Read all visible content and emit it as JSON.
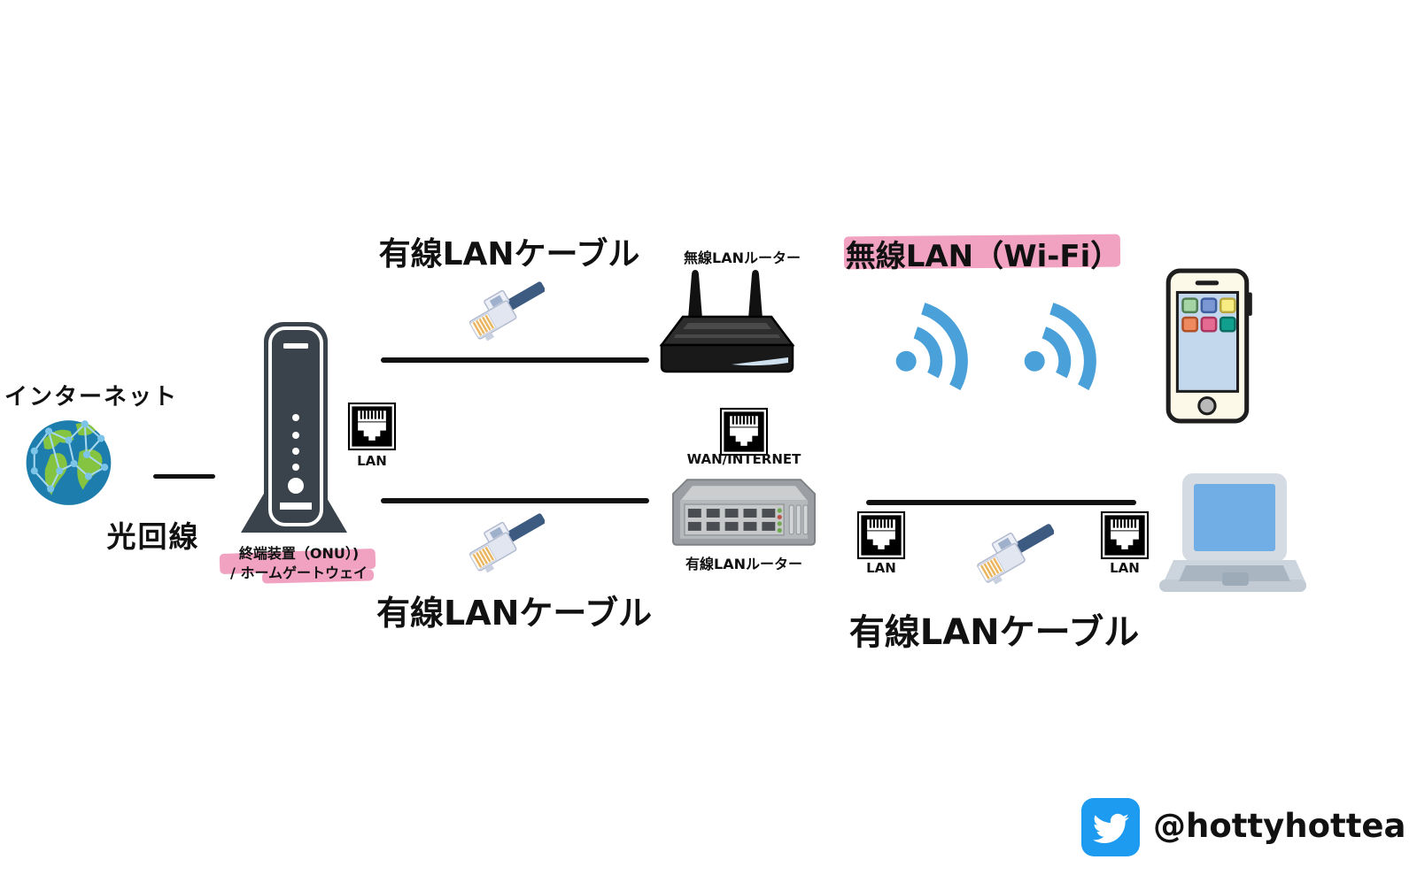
{
  "colors": {
    "background": "#ffffff",
    "line_black": "#111111",
    "pink_highlight": "#f0a2c0",
    "wifi_blue": "#4aa0d9",
    "twitter_blue": "#1d9bf0",
    "device_dark": "#3a434b"
  },
  "internet": {
    "label": "インターネット",
    "connection_label": "光回線"
  },
  "onu": {
    "caption_line1": "終端装置（ONU）)",
    "caption_line2": "/ ホームゲートウェイ",
    "port_label": "LAN"
  },
  "cables": {
    "top": "有線LANケーブル",
    "bottom_left": "有線LANケーブル",
    "bottom_right": "有線LANケーブル"
  },
  "wireless_router": {
    "caption": "無線LANルーター",
    "port_label": "WAN/INTERNET"
  },
  "wired_router": {
    "caption": "有線LANルーター",
    "port_label": "LAN"
  },
  "wifi": {
    "label": "無線LAN（Wi-Fi）"
  },
  "laptop": {
    "port_label": "LAN"
  },
  "credit": {
    "twitter_handle": "@hottyhottea"
  }
}
